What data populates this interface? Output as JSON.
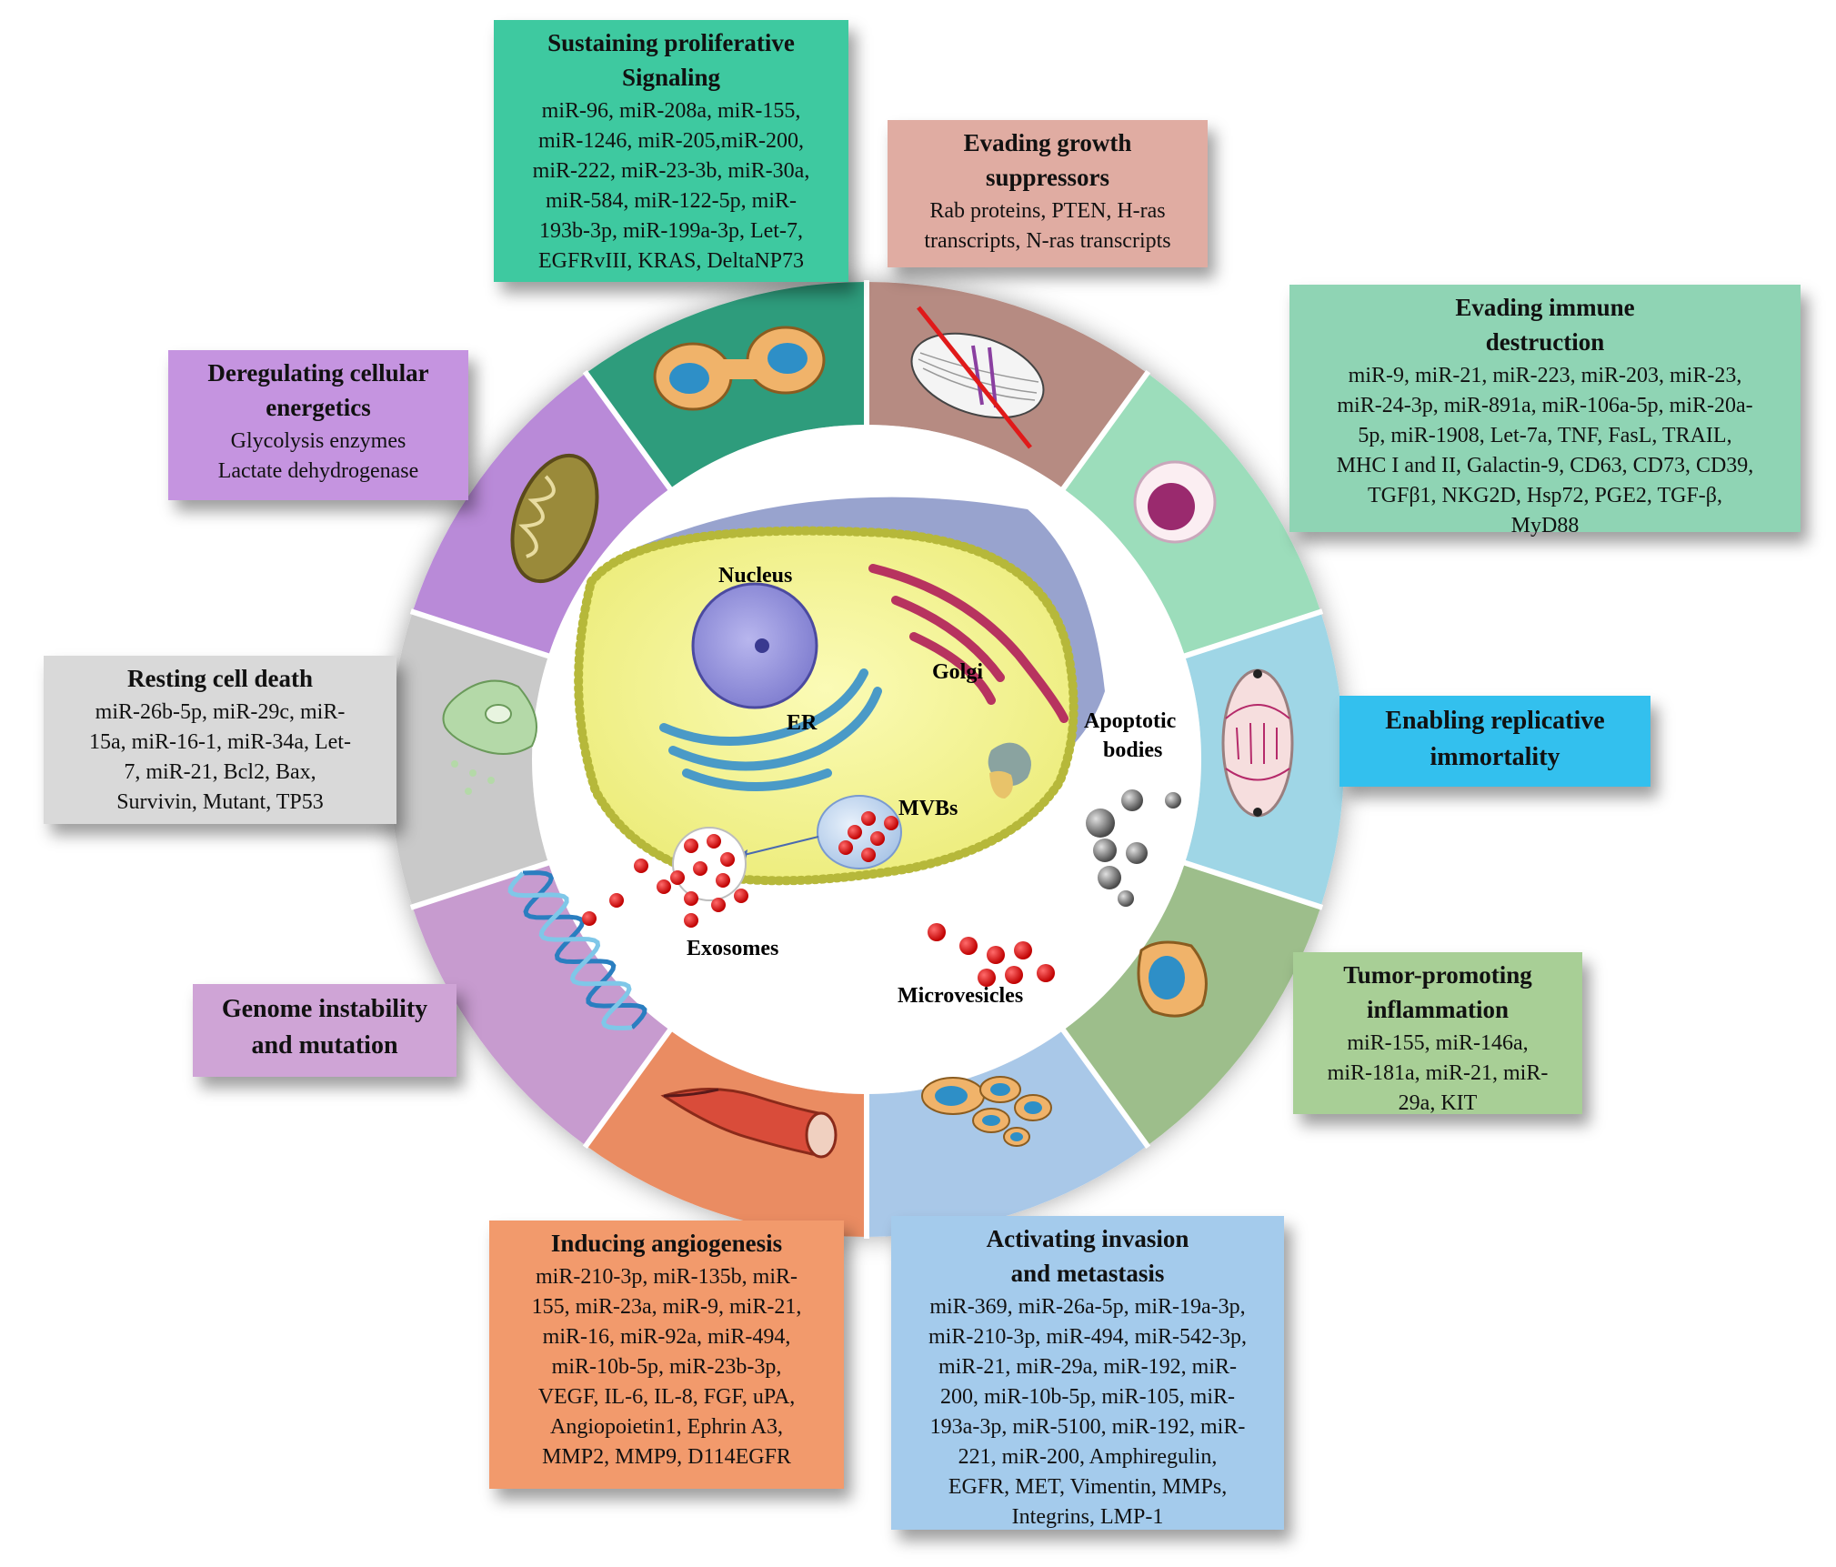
{
  "boxes": {
    "proliferative": {
      "title": [
        "Sustaining proliferative",
        "Signaling"
      ],
      "body": [
        "miR-96, miR-208a, miR-155,",
        "miR-1246, miR-205,miR-200,",
        "miR-222, miR-23-3b, miR-30a,",
        "miR-584, miR-122-5p, miR-",
        "193b-3p, miR-199a-3p, Let-7,",
        "EGFRvIII, KRAS, DeltaNP73"
      ],
      "color": "#3ec9a0"
    },
    "growth": {
      "title": [
        "Evading growth",
        "suppressors"
      ],
      "body": [
        "Rab proteins, PTEN, H-ras",
        "transcripts, N-ras transcripts"
      ],
      "color": "#e0aca2"
    },
    "immune": {
      "title": [
        "Evading immune",
        "destruction"
      ],
      "body": [
        "miR-9, miR-21, miR-223, miR-203, miR-23,",
        "miR-24-3p, miR-891a, miR-106a-5p, miR-20a-",
        "5p, miR-1908, Let-7a, TNF, FasL, TRAIL,",
        "MHC I and II, Galactin-9, CD63, CD73, CD39,",
        "TGFβ1, NKG2D, Hsp72, PGE2, TGF-β,",
        "MyD88"
      ],
      "color": "#8fd4b4"
    },
    "immortality": {
      "title": [
        "Enabling  replicative",
        "immortality"
      ],
      "body": [],
      "color": "#33c0ee"
    },
    "inflammation": {
      "title": [
        "Tumor-promoting",
        "inflammation"
      ],
      "body": [
        "miR-155, miR-146a,",
        "miR-181a, miR-21, miR-",
        "29a, KIT"
      ],
      "color": "#a8cf96"
    },
    "invasion": {
      "title": [
        "Activating invasion",
        "and metastasis"
      ],
      "body": [
        "miR-369, miR-26a-5p, miR-19a-3p,",
        "miR-210-3p, miR-494, miR-542-3p,",
        "miR-21, miR-29a, miR-192, miR-",
        "200, miR-10b-5p, miR-105, miR-",
        "193a-3p, miR-5100, miR-192, miR-",
        "221, miR-200, Amphiregulin,",
        "EGFR, MET, Vimentin, MMPs,",
        "Integrins, LMP-1"
      ],
      "color": "#a4cbec"
    },
    "angiogenesis": {
      "title": [
        "Inducing angiogenesis"
      ],
      "body": [
        "miR-210-3p, miR-135b, miR-",
        "155, miR-23a, miR-9, miR-21,",
        "miR-16, miR-92a, miR-494,",
        "miR-10b-5p, miR-23b-3p,",
        "VEGF, IL-6, IL-8, FGF, uPA,",
        "Angiopoietin1, Ephrin A3,",
        "MMP2, MMP9, D114EGFR"
      ],
      "color": "#f29a6c"
    },
    "genome": {
      "title": [
        "Genome instability",
        "and mutation"
      ],
      "body": [],
      "color": "#cfa4d6"
    },
    "celldeath": {
      "title": [
        "Resting cell death"
      ],
      "body": [
        "miR-26b-5p, miR-29c, miR-",
        "15a, miR-16-1, miR-34a, Let-",
        "7, miR-21,  Bcl2, Bax,",
        "Survivin, Mutant, TP53"
      ],
      "color": "#d9d9d9"
    },
    "energetics": {
      "title": [
        "Deregulating cellular",
        "energetics"
      ],
      "body": [
        "Glycolysis enzymes",
        "Lactate dehydrogenase"
      ],
      "color": "#c594e0"
    }
  },
  "cell_labels": {
    "nucleus": "Nucleus",
    "golgi": "Golgi",
    "er": "ER",
    "apoptotic_1": "Apoptotic",
    "apoptotic_2": "bodies",
    "mvbs": "MVBs",
    "exosomes": "Exosomes",
    "microvesicles": "Microvesicles"
  },
  "ring_colors": {
    "proliferative": "#2f9c7c",
    "growth": "#b68b82",
    "immune": "#9cddbb",
    "immortality": "#9fd6e6",
    "inflammation": "#9dbe8b",
    "invasion": "#a9c8e8",
    "angiogenesis": "#ea8c62",
    "genome": "#c79bcf",
    "celldeath": "#c9c9c9",
    "energetics": "#b98ad8"
  }
}
